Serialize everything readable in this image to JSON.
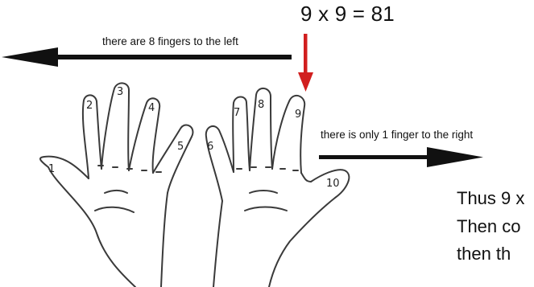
{
  "equation": "9 x 9 = 81",
  "left_label": "there are 8 fingers to the left",
  "right_label": "there is only 1 finger to the right",
  "explanation_lines": [
    "Thus 9 x",
    "Then co",
    "then th"
  ],
  "finger_numbers": [
    "1",
    "2",
    "3",
    "4",
    "5",
    "6",
    "7",
    "8",
    "9",
    "10"
  ],
  "colors": {
    "pointer_arrow": "#d11f1f",
    "ink": "#111111",
    "sketch": "#3a3a3a"
  }
}
